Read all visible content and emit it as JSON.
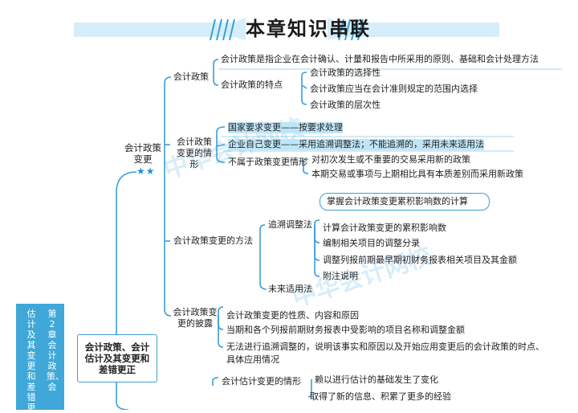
{
  "header": {
    "title": "本章知识串联"
  },
  "chapter_tab": {
    "col1": "第2章 会计政策、会",
    "col2": "估计及其变更和差错更"
  },
  "root": {
    "label": "会计政策、会计估计及其变更和差错更正"
  },
  "policy_change": {
    "label": "会计政策变更",
    "stars": "★★",
    "policy": {
      "label": "会计政策",
      "definition": "会计政策是指企业在会计确认、计量和报告中所采用的原则、基础和会计处理方法",
      "features_label": "会计政策的特点",
      "features": [
        "会计政策的选择性",
        "会计政策应当在会计准则规定的范围内选择",
        "会计政策的层次性"
      ]
    },
    "situations": {
      "label": "会计政策变更的情形",
      "items": [
        "国家要求变更——按要求处理",
        "企业自己变更——采用追溯调整法；不能追溯的，采用未来适用法"
      ],
      "not_change_label": "不属于政策变更情形",
      "not_change_items": [
        "对初次发生或不重要的交易采用新的政策",
        "本期交易或事项与上期相比具有本质差别而采用新政策"
      ]
    },
    "methods": {
      "label": "会计政策变更的方法",
      "callout": "掌握会计政策变更累积影响数的计算",
      "retro_label": "追溯调整法",
      "retro_steps": [
        "计算会计政策变更的累积影响数",
        "编制相关项目的调整分录",
        "调整列报前期最早期初财务报表相关项目及其金额",
        "附注说明"
      ],
      "future_label": "未来适用法"
    },
    "disclosure": {
      "label": "会计政策变更的披露",
      "items": [
        "会计政策变更的性质、内容和原因",
        "当期和各个列报前期财务报表中受影响的项目名称和调整金额",
        "无法进行追溯调整的，说明该事实和原因以及开始应用变更后的会计政策的时点、",
        "具体应用情况"
      ]
    }
  },
  "estimate_change": {
    "situations_label": "会计估计变更的情形",
    "items": [
      "赖以进行估计的基础发生了变化",
      "取得了新的信息、积累了更多的经验"
    ]
  },
  "watermark": {
    "text1": "中华会计网校",
    "text2": "中华会计网校"
  },
  "colors": {
    "accent": "#3b9fd6",
    "tab": "#3fa8d8",
    "highlight": "#bfe6f8"
  }
}
